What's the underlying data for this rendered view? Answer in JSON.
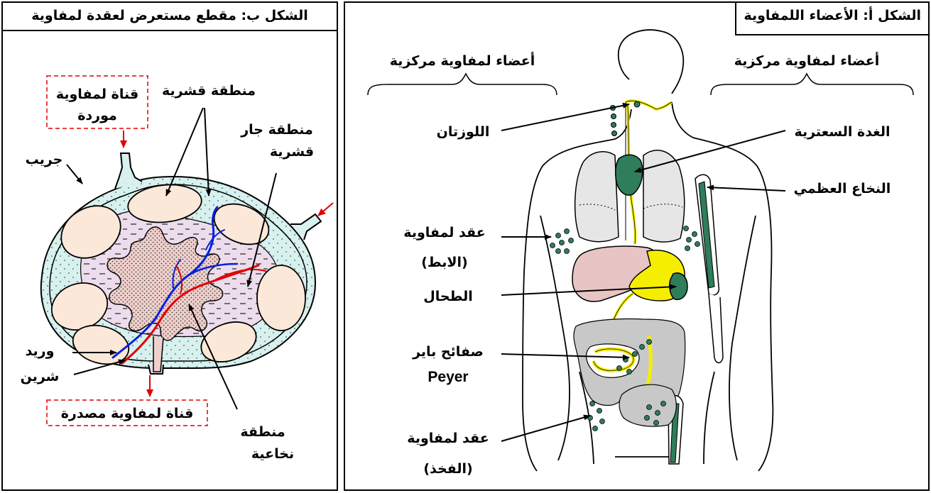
{
  "colors": {
    "lymph_yellow": "#f5ee00",
    "organ_green": "#2e7d5b",
    "liver_pink": "#e8c4c4",
    "lung_gray": "#e6e6e6",
    "intestine_gray": "#c8c8c8",
    "node_fill": "#d8f0ee",
    "medulla_purple": "#ecdcec",
    "follicle_beige": "#fbe8d8",
    "artery_red": "#e00000",
    "vein_blue": "#0020e0",
    "flow_arrow_red": "#e00000"
  },
  "panel_b": {
    "title": "الشكل ب: مقطع مستعرض لعقدة لمفاوية",
    "labels": {
      "afferent_line1": "قناة لمفاوية",
      "afferent_line2": "موردة",
      "cortical": "منطقة قشرية",
      "paracortical_line1": "منطقة جار",
      "paracortical_line2": "قشرية",
      "follicle": "جريب",
      "vein": "وريد",
      "artery": "شرين",
      "efferent": "قناة لمفاوية مصدرة",
      "medullary_line1": "منطقة",
      "medullary_line2": "نخاعية"
    }
  },
  "panel_a": {
    "title": "الشكل أ: الأعضاء اللمفاوية",
    "group_left": "أعضاء لمفاوية مركزية",
    "group_right": "أعضاء لمفاوية مركزية",
    "labels": {
      "tonsils": "اللوزتان",
      "thymus": "الغدة السعترية",
      "bone_marrow": "النخاع العظمي",
      "axillary_line1": "عقد لمفاوية",
      "axillary_line2": "(الابط)",
      "spleen": "الطحال",
      "peyer_line1": "صفائح باير",
      "peyer_line2": "Peyer",
      "inguinal_line1": "عقد لمفاوية",
      "inguinal_line2": "(الفخذ)"
    }
  }
}
